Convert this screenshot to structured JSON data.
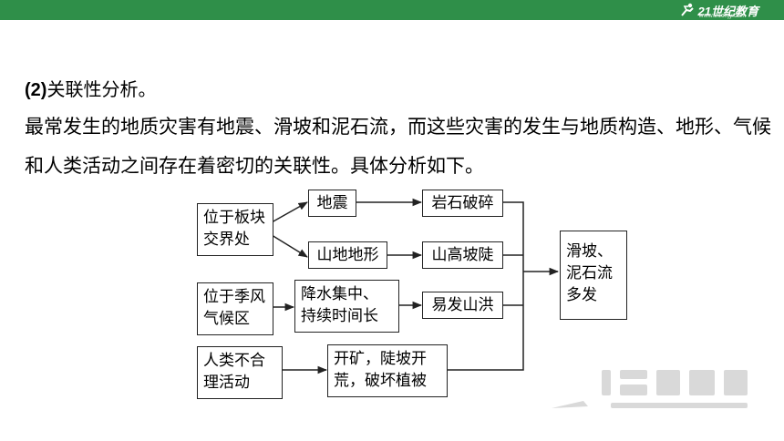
{
  "header": {
    "logo_text": "21世纪教育",
    "logo_sub": "www.21cnjy.com"
  },
  "heading": {
    "number": "(2)",
    "text": "关联性分析。"
  },
  "paragraph": "最常发生的地质灾害有地震、滑坡和泥石流，而这些灾害的发生与地质构造、地形、气候和人类活动之间存在着密切的关联性。具体分析如下。",
  "diagram": {
    "causes": [
      "位于板块\n交界处",
      "位于季风\n气候区",
      "人类不合\n理活动"
    ],
    "mid": [
      "地震",
      "山地地形",
      "降水集中、\n持续时间长",
      "开矿，陡坡开\n荒，破坏植被"
    ],
    "effects": [
      "岩石破碎",
      "山高坡陡",
      "易发山洪"
    ],
    "result": "滑坡、\n泥石流\n多发"
  },
  "colors": {
    "header_bar": "#2f8f49",
    "text": "#000000",
    "line": "#222222"
  }
}
